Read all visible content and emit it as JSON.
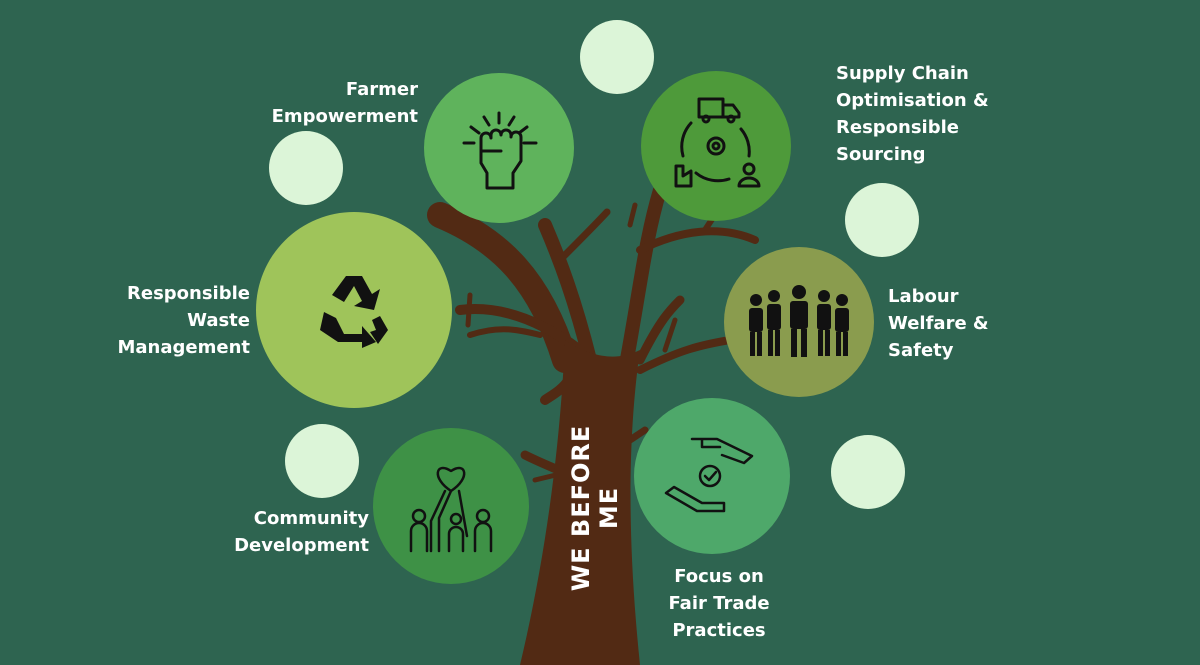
{
  "trunk_title": "WE BEFORE ME",
  "pillars": [
    {
      "id": "farmer",
      "lines": [
        "Farmer",
        "Empowerment"
      ],
      "icon": "raised-fist-icon",
      "color": "#5fb35c"
    },
    {
      "id": "supply",
      "lines": [
        "Supply Chain",
        "Optimisation &",
        "Responsible",
        "Sourcing"
      ],
      "icon": "supply-chain-cycle-icon",
      "color": "#4e9a3a"
    },
    {
      "id": "waste",
      "lines": [
        "Responsible",
        "Waste",
        "Management"
      ],
      "icon": "recycle-icon",
      "color": "#9fc45a"
    },
    {
      "id": "labour",
      "lines": [
        "Labour",
        "Welfare &",
        "Safety"
      ],
      "icon": "workers-group-icon",
      "color": "#8a9c4e"
    },
    {
      "id": "community",
      "lines": [
        "Community",
        "Development"
      ],
      "icon": "community-heart-icon",
      "color": "#3e9146"
    },
    {
      "id": "fairtrade",
      "lines": [
        "Focus on",
        "Fair Trade",
        "Practices"
      ],
      "icon": "hands-check-icon",
      "color": "#4ea86a"
    }
  ],
  "colors": {
    "background": "#2e6450",
    "trunk": "#522a14",
    "accent_circle": "#dcf5d8"
  }
}
